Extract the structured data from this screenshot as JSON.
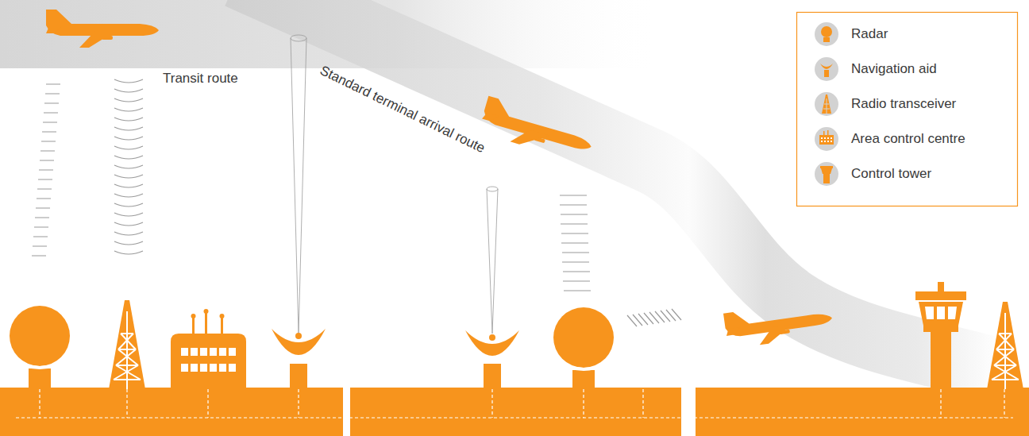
{
  "diagram": {
    "labels": [
      "Transit route",
      "Standard terminal arrival route"
    ],
    "legend": [
      {
        "text": "Radar"
      },
      {
        "text": "Navigation aid"
      },
      {
        "text": "Radio transceiver"
      },
      {
        "text": "Area control centre"
      },
      {
        "text": "Control tower"
      }
    ]
  }
}
